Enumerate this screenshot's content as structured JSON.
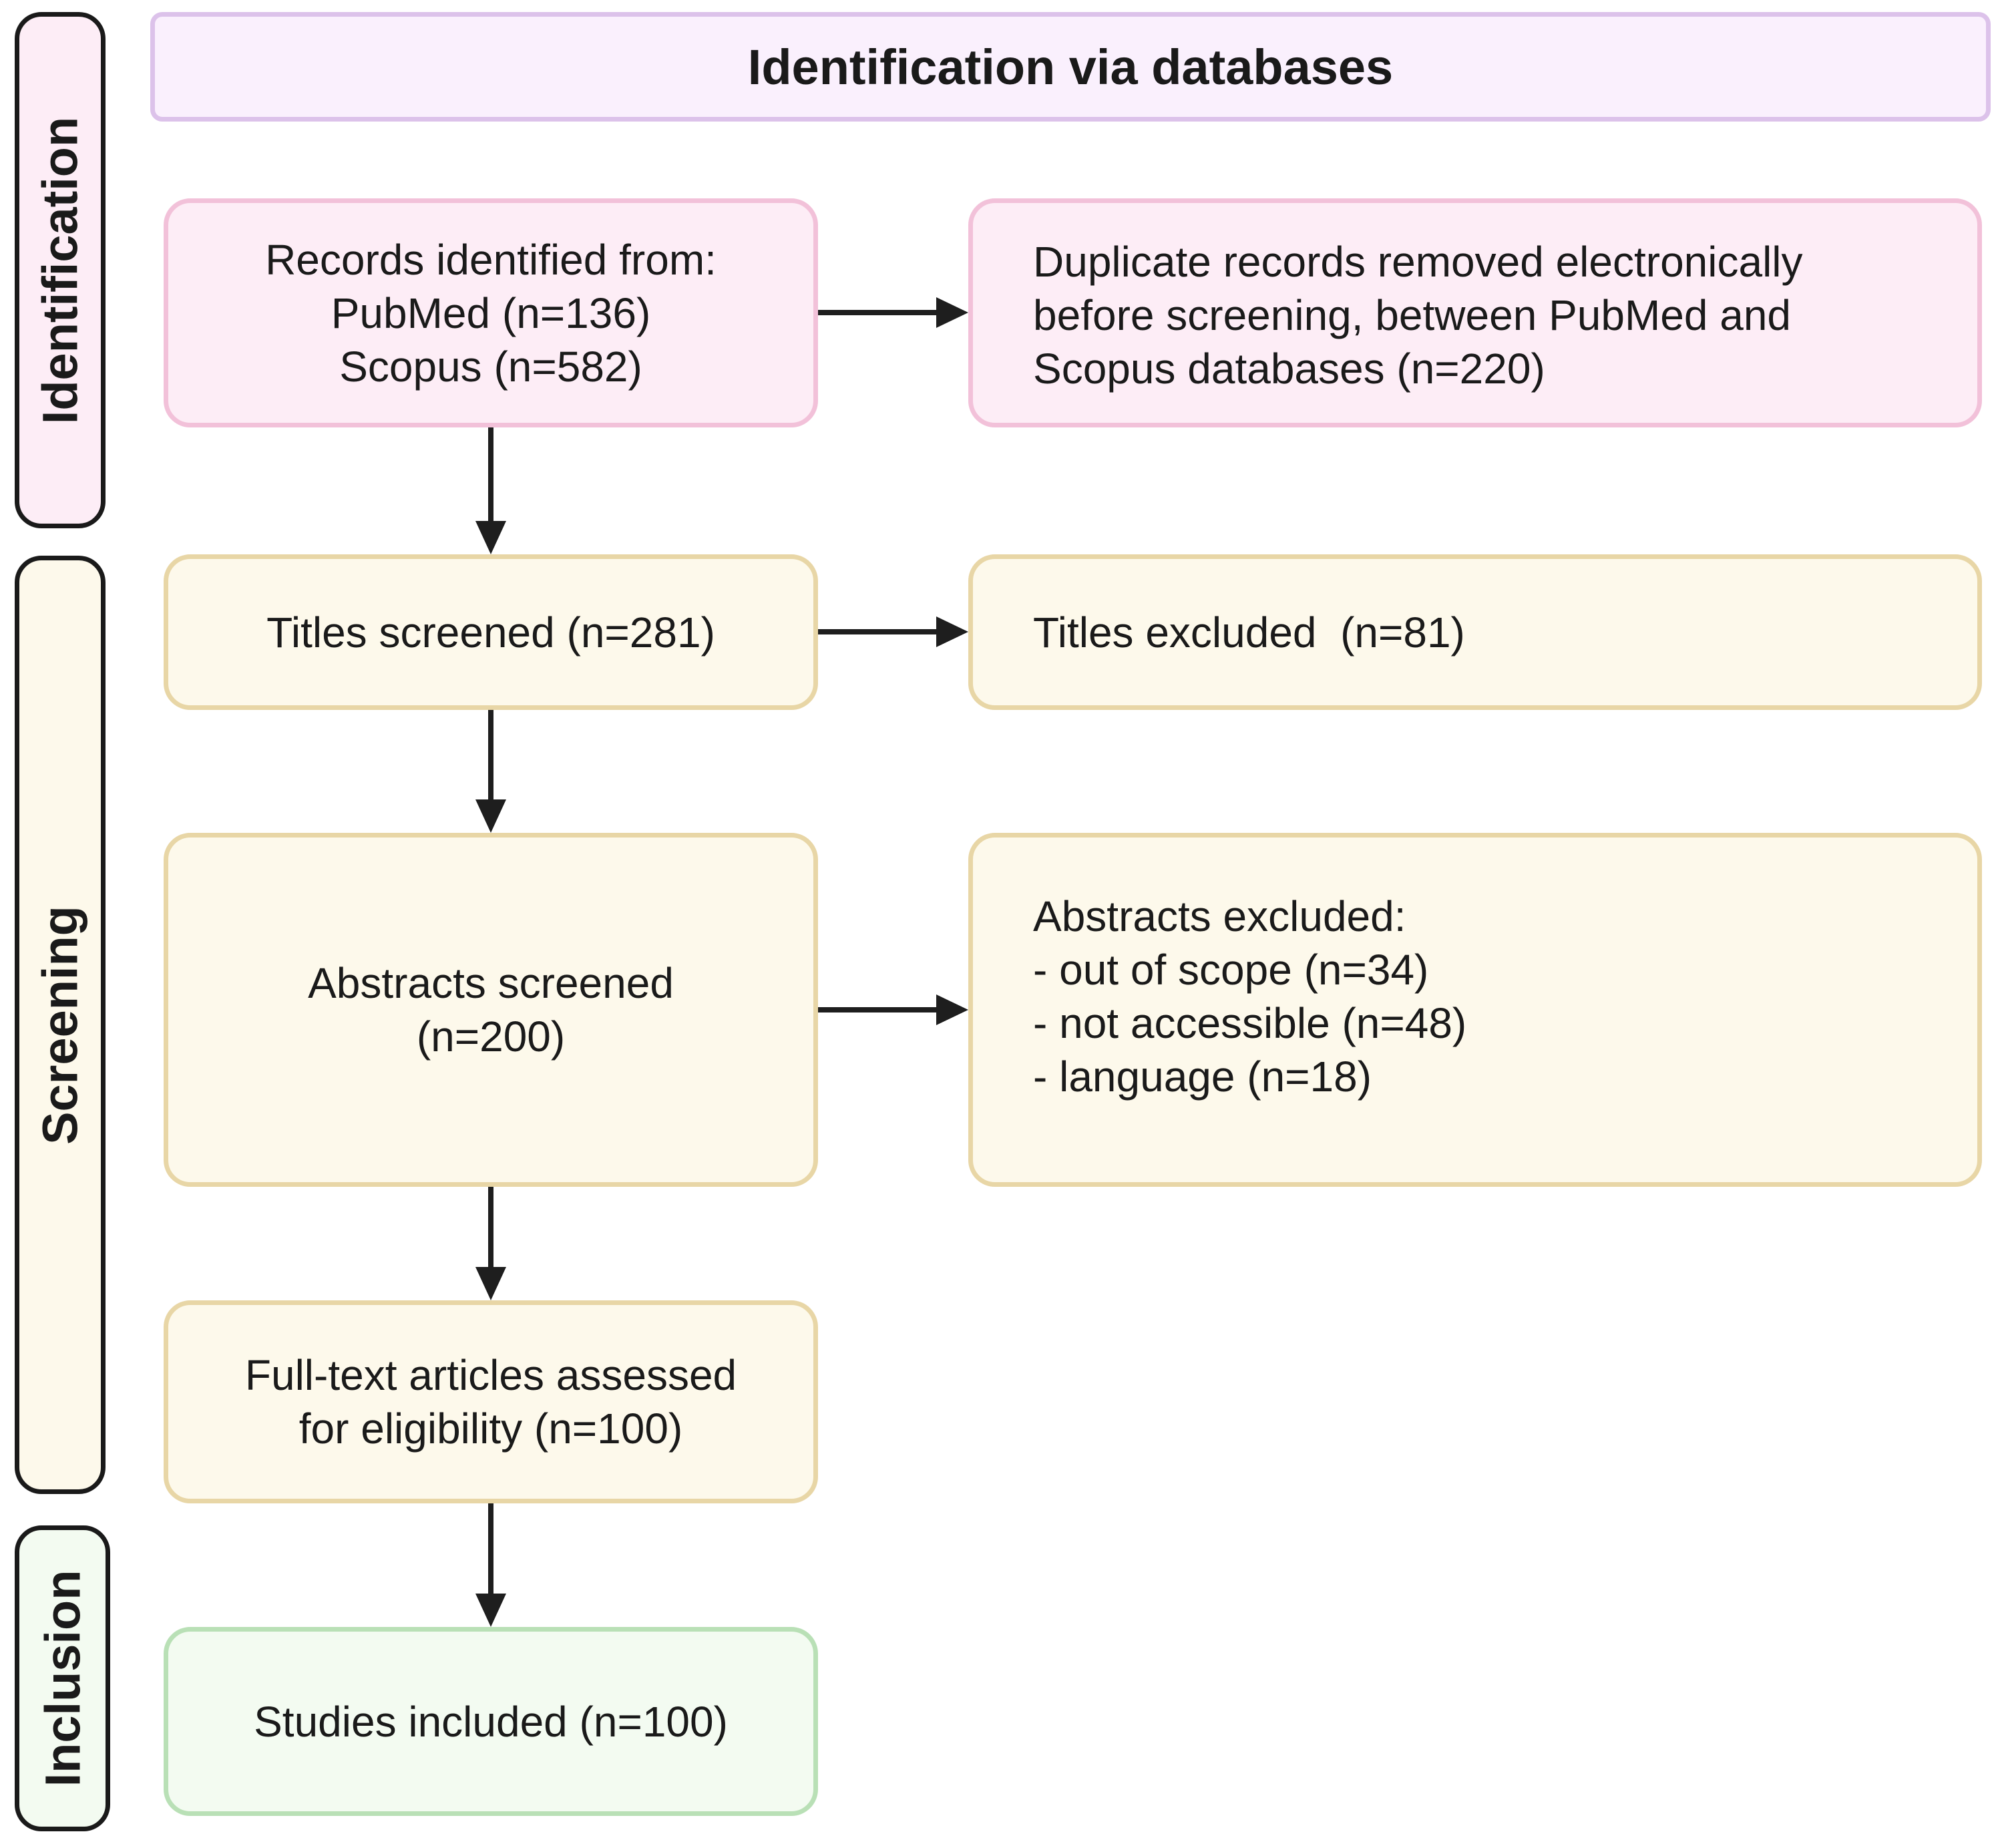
{
  "header": {
    "title": "Identification via databases"
  },
  "stages": {
    "identification": "Identification",
    "screening": "Screening",
    "inclusion": "Inclusion"
  },
  "boxes": {
    "records_identified": [
      "Records identified from:",
      "PubMed (n=136)",
      "Scopus (n=582)"
    ],
    "duplicates_removed": [
      "Duplicate records removed electronically",
      "before screening, between PubMed and",
      "Scopus databases (n=220)"
    ],
    "titles_screened": "Titles screened (n=281)",
    "titles_excluded": "Titles excluded  (n=81)",
    "abstracts_screened": [
      "Abstracts screened",
      "(n=200)"
    ],
    "abstracts_excluded": [
      "Abstracts excluded:",
      "- out of scope (n=34)",
      "- not accessible (n=48)",
      "- language (n=18)"
    ],
    "full_text_assessed": [
      "Full-text articles assessed",
      "for eligibility (n=100)"
    ],
    "studies_included": "Studies included (n=100)"
  },
  "colors": {
    "identification": "#fdedf6",
    "screening": "#fdf9eb",
    "inclusion": "#f3fbf1",
    "header": "#faf0fd",
    "arrow": "#1e1e1e"
  }
}
